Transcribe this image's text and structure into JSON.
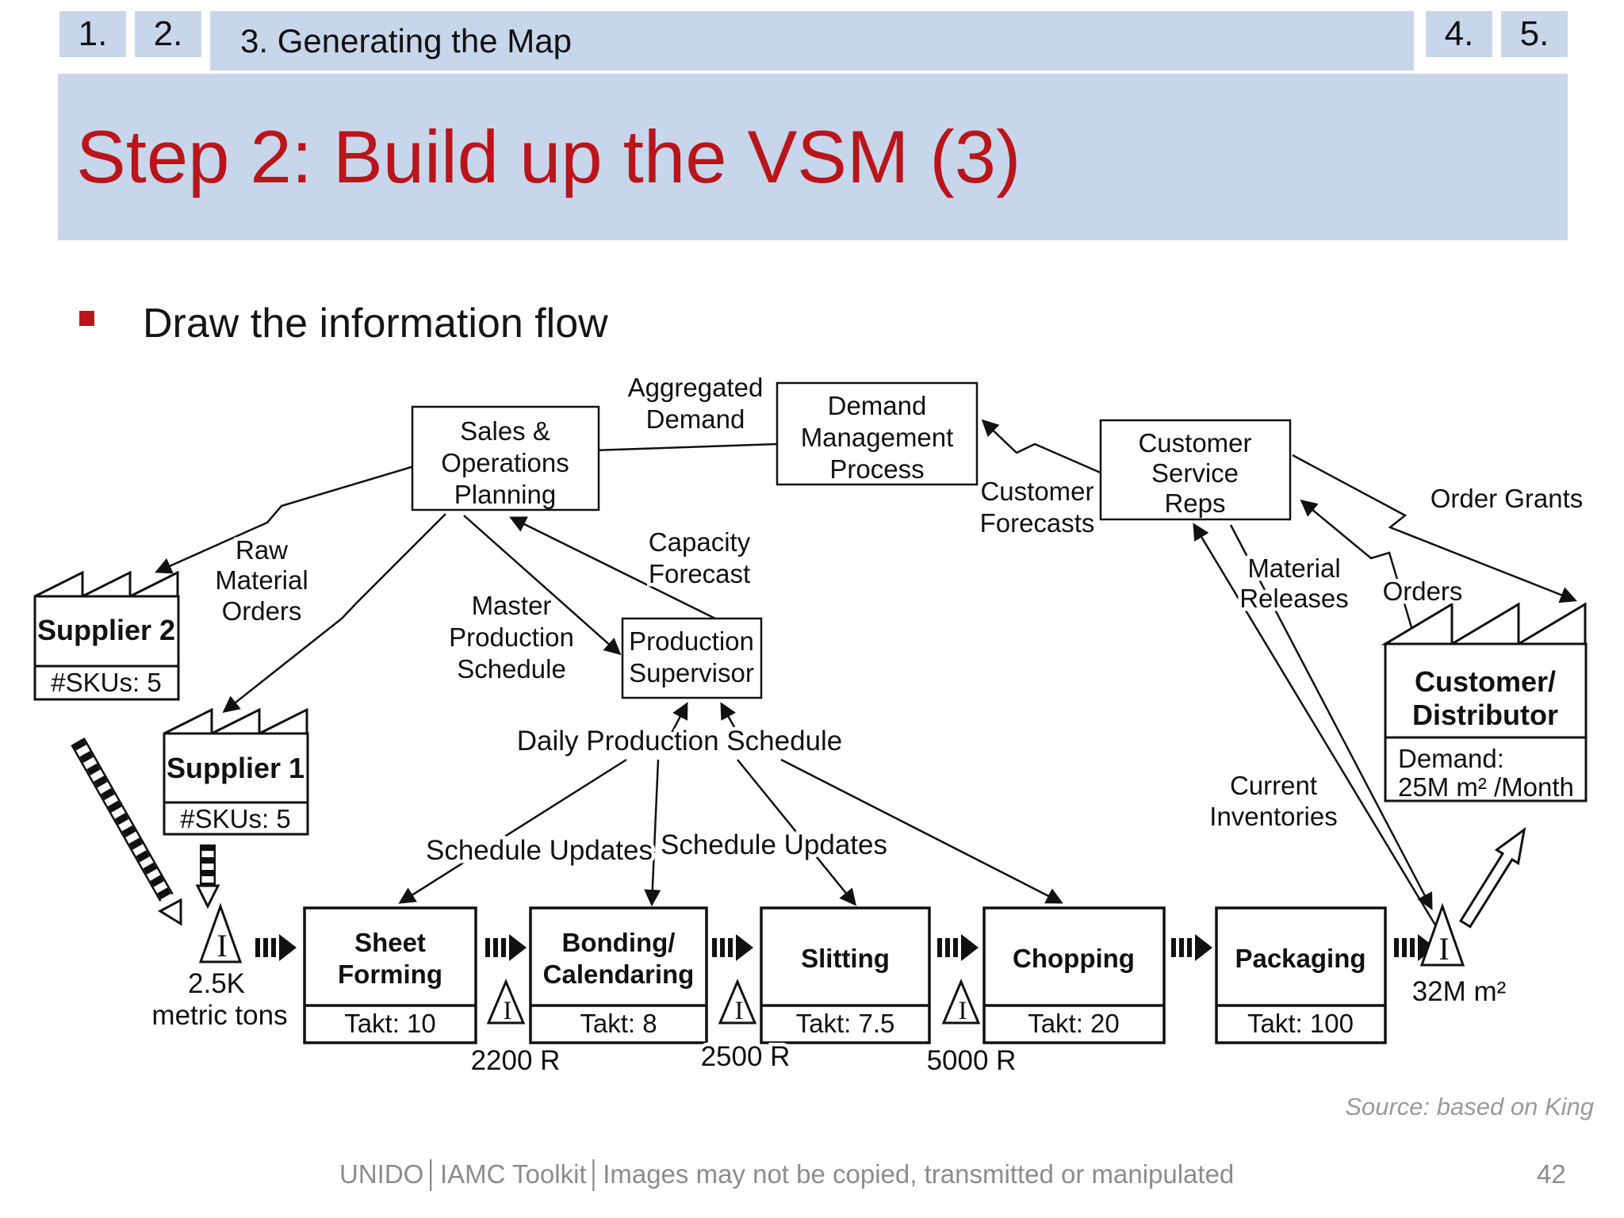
{
  "tabs": [
    {
      "label": "1."
    },
    {
      "label": "2."
    },
    {
      "label": "3. Generating the Map"
    },
    {
      "label": "4."
    },
    {
      "label": "5."
    }
  ],
  "header": {
    "title": "Step 2: Build up the VSM (3)"
  },
  "bullet": {
    "text": "Draw the information flow"
  },
  "colors": {
    "accent_red": "#b9151b",
    "band_blue": "#c8d6eb",
    "diagram_ink": "#111111",
    "footer_gray": "#8c8c8c"
  },
  "diagram": {
    "info_boxes": {
      "sales_op": [
        "Sales &",
        "Operations",
        "Planning"
      ],
      "demand_mgmt": [
        "Demand",
        "Management",
        "Process"
      ],
      "customer_service": [
        "Customer",
        "Service",
        "Reps"
      ],
      "production_supervisor": [
        "Production",
        "Supervisor"
      ]
    },
    "flow_labels": {
      "aggregated_demand": [
        "Aggregated",
        "Demand"
      ],
      "customer_forecasts": [
        "Customer",
        "Forecasts"
      ],
      "order_grants": "Order Grants",
      "material_releases": [
        "Material",
        "Releases"
      ],
      "orders": "Orders",
      "raw_material_orders": [
        "Raw",
        "Material",
        "Orders"
      ],
      "capacity_forecast": [
        "Capacity",
        "Forecast"
      ],
      "master_production_schedule": [
        "Master",
        "Production",
        "Schedule"
      ],
      "daily_production_schedule": "Daily Production Schedule",
      "schedule_updates_left": "Schedule Updates",
      "schedule_updates_right": "Schedule Updates",
      "current_inventories": [
        "Current",
        "Inventories"
      ]
    },
    "suppliers": [
      {
        "name": "Supplier 2",
        "detail": "#SKUs: 5"
      },
      {
        "name": "Supplier 1",
        "detail": "#SKUs: 5"
      }
    ],
    "customer": {
      "name": [
        "Customer/",
        "Distributor"
      ],
      "detail": [
        "Demand:",
        "25M m² /Month"
      ]
    },
    "processes": [
      {
        "name": [
          "Sheet",
          "Forming"
        ],
        "takt": "Takt: 10"
      },
      {
        "name": [
          "Bonding/",
          "Calendaring"
        ],
        "takt": "Takt: 8"
      },
      {
        "name": [
          "Slitting"
        ],
        "takt": "Takt: 7.5"
      },
      {
        "name": [
          "Chopping"
        ],
        "takt": "Takt: 20"
      },
      {
        "name": [
          "Packaging"
        ],
        "takt": "Takt: 100"
      }
    ],
    "inventories": {
      "symbol": "I",
      "raw": [
        "2.5K",
        "metric tons"
      ],
      "queues": [
        "2200 R",
        "2500 R",
        "5000 R"
      ],
      "finished": "32M m²"
    }
  },
  "source_note": "Source: based on King",
  "footer": {
    "text": "UNIDO│IAMC Toolkit│Images may not be copied, transmitted or manipulated",
    "page": "42"
  }
}
